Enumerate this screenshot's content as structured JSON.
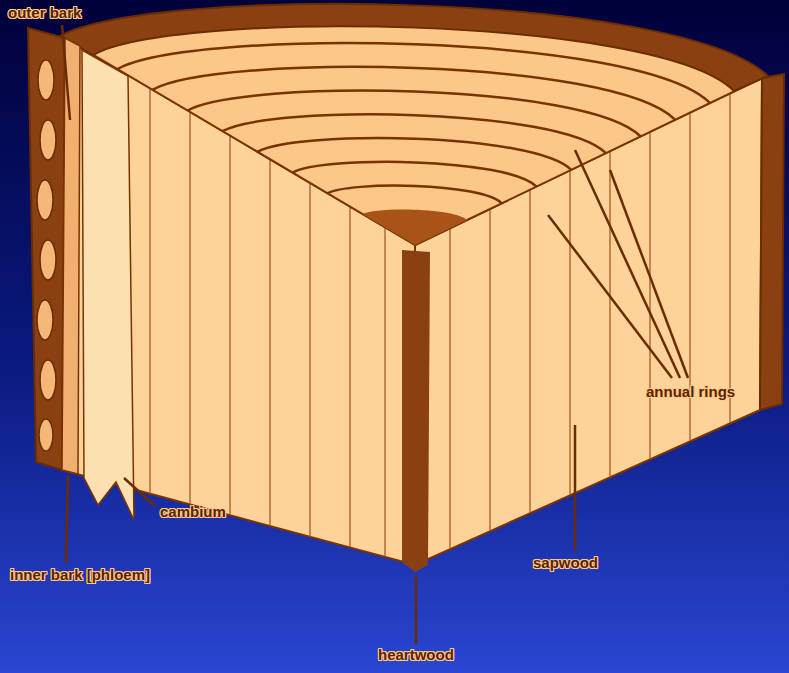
{
  "diagram": {
    "labels": [
      "outer bark",
      "annual rings",
      "cambium",
      "inner bark [phloem]",
      "sapwood",
      "heartwood"
    ]
  }
}
